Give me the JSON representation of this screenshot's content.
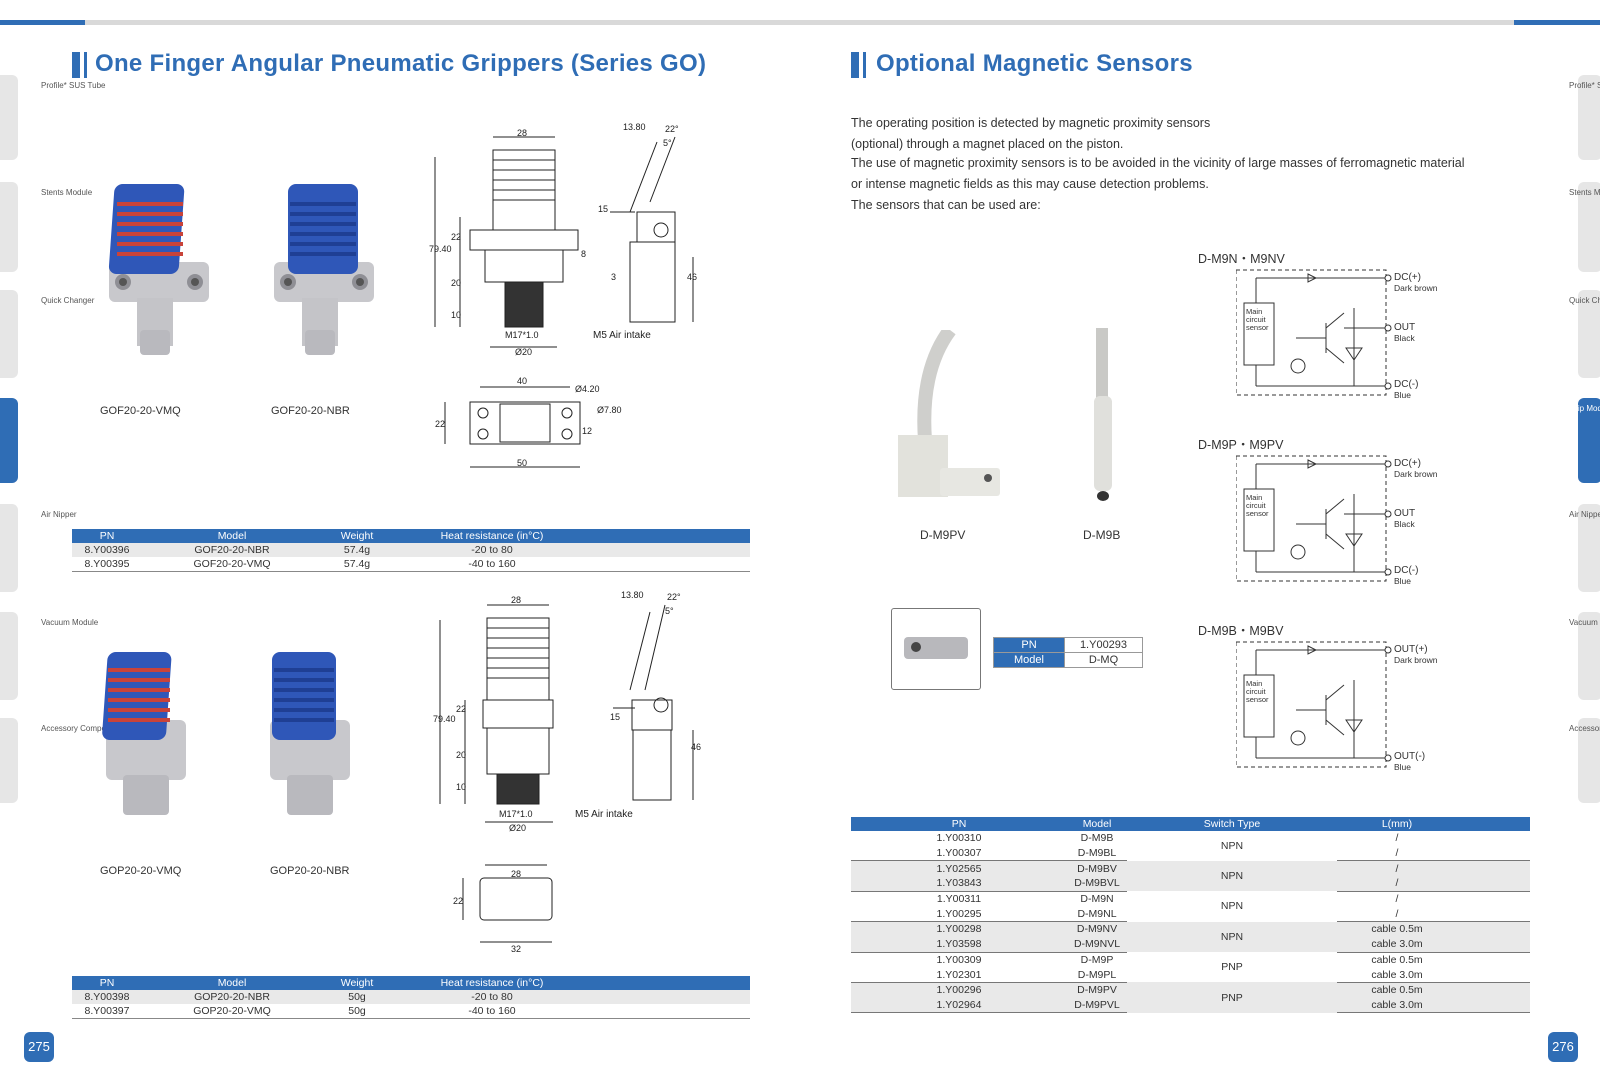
{
  "left_title": "One Finger Angular Pneumatic Grippers (Series GO)",
  "right_title": "Optional Magnetic Sensors",
  "side_nav": [
    {
      "label": "Profile* SUS Tube"
    },
    {
      "label": "Stents Module"
    },
    {
      "label": "Quick Changer"
    },
    {
      "label": "Grip Module",
      "active": true
    },
    {
      "label": "Air Nipper"
    },
    {
      "label": "Vacuum Module"
    },
    {
      "label": "Accessory Components"
    }
  ],
  "gof": {
    "product_captions": [
      "GOF20-20-VMQ",
      "GOF20-20-NBR"
    ],
    "dim_labels": [
      "28",
      "13.80",
      "22°",
      "5°",
      "15",
      "79.40",
      "22",
      "20",
      "10",
      "8",
      "3",
      "46",
      "M17*1.0",
      "Ø20",
      "M5 Air intake",
      "40",
      "Ø4.20",
      "Ø7.80",
      "22",
      "12",
      "50"
    ],
    "table": {
      "headers": [
        "PN",
        "Model",
        "Weight",
        "Heat resistance (in°C)"
      ],
      "rows": [
        [
          "8.Y00396",
          "GOF20-20-NBR",
          "57.4g",
          "-20 to 80"
        ],
        [
          "8.Y00395",
          "GOF20-20-VMQ",
          "57.4g",
          "-40 to 160"
        ]
      ]
    }
  },
  "gop": {
    "product_captions": [
      "GOP20-20-VMQ",
      "GOP20-20-NBR"
    ],
    "dim_labels": [
      "28",
      "13.80",
      "22°",
      "5°",
      "15",
      "79.40",
      "22",
      "20",
      "10",
      "46",
      "M17*1.0",
      "Ø20",
      "M5 Air intake",
      "28",
      "22",
      "32"
    ],
    "table": {
      "headers": [
        "PN",
        "Model",
        "Weight",
        "Heat resistance (in°C)"
      ],
      "rows": [
        [
          "8.Y00398",
          "GOP20-20-NBR",
          "50g",
          "-20 to 80"
        ],
        [
          "8.Y00397",
          "GOP20-20-VMQ",
          "50g",
          "-40 to 160"
        ]
      ]
    }
  },
  "sensors_intro": [
    "The operating position is detected by magnetic proximity sensors",
    "(optional) through a magnet placed on the piston.",
    "The use of magnetic proximity sensors is to be avoided in the vicinity of large masses of ferromagnetic material",
    "or intense magnetic fields as this may cause detection problems.",
    "The sensors that can be used are:"
  ],
  "sensor_photos": [
    "D-M9PV",
    "D-M9B"
  ],
  "mq_table": {
    "pn_label": "PN",
    "pn": "1.Y00293",
    "model_label": "Model",
    "model": "D-MQ"
  },
  "circuits": [
    {
      "title": "D-M9N・M9NV",
      "box": "Main circuit sensor",
      "t1": "DC(+)",
      "t1s": "Dark brown",
      "t2": "OUT",
      "t2s": "Black",
      "t3": "DC(-)",
      "t3s": "Blue"
    },
    {
      "title": "D-M9P・M9PV",
      "box": "Main circuit sensor",
      "t1": "DC(+)",
      "t1s": "Dark brown",
      "t2": "OUT",
      "t2s": "Black",
      "t3": "DC(-)",
      "t3s": "Blue"
    },
    {
      "title": "D-M9B・M9BV",
      "box": "Main circuit sensor",
      "t1": "OUT(+)",
      "t1s": "Dark brown",
      "t3": "OUT(-)",
      "t3s": "Blue"
    }
  ],
  "sensor_table": {
    "headers": [
      "PN",
      "Model",
      "Switch Type",
      "L(mm)"
    ],
    "groups": [
      {
        "type": "NPN",
        "rows": [
          [
            "1.Y00310",
            "D-M9B",
            "/"
          ],
          [
            "1.Y00307",
            "D-M9BL",
            "/"
          ]
        ]
      },
      {
        "type": "NPN",
        "rows": [
          [
            "1.Y02565",
            "D-M9BV",
            "/"
          ],
          [
            "1.Y03843",
            "D-M9BVL",
            "/"
          ]
        ]
      },
      {
        "type": "NPN",
        "rows": [
          [
            "1.Y00311",
            "D-M9N",
            "/"
          ],
          [
            "1.Y00295",
            "D-M9NL",
            "/"
          ]
        ]
      },
      {
        "type": "NPN",
        "rows": [
          [
            "1.Y00298",
            "D-M9NV",
            "cable 0.5m"
          ],
          [
            "1.Y03598",
            "D-M9NVL",
            "cable 3.0m"
          ]
        ]
      },
      {
        "type": "PNP",
        "rows": [
          [
            "1.Y00309",
            "D-M9P",
            "cable 0.5m"
          ],
          [
            "1.Y02301",
            "D-M9PL",
            "cable 3.0m"
          ]
        ]
      },
      {
        "type": "PNP",
        "rows": [
          [
            "1.Y00296",
            "D-M9PV",
            "cable 0.5m"
          ],
          [
            "1.Y02964",
            "D-M9PVL",
            "cable 3.0m"
          ]
        ]
      }
    ]
  },
  "page_left": "275",
  "page_right": "276"
}
